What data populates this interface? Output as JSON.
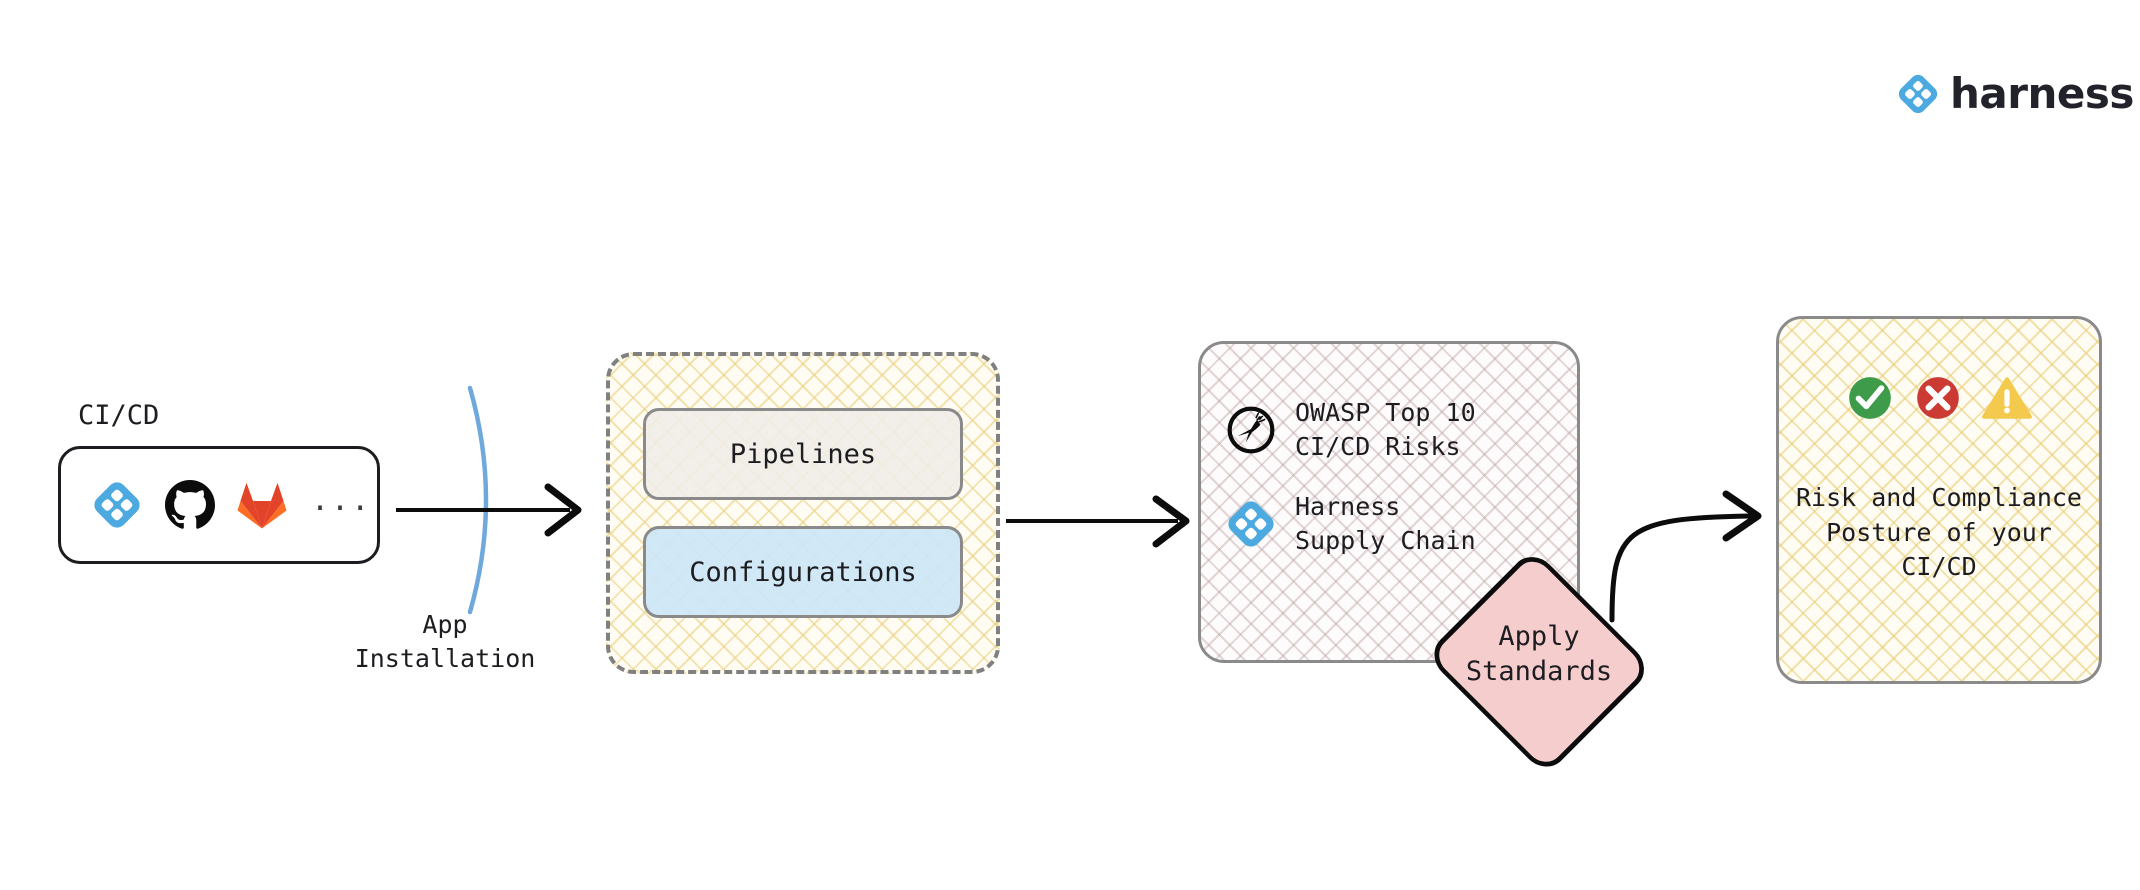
{
  "brand": {
    "name": "harness",
    "logo_icon": "harness-diamond-icon",
    "color": "#4DAAE0"
  },
  "stages": {
    "source": {
      "caption": "CI/CD",
      "tools": [
        {
          "name": "harness-logo-icon",
          "label": "Harness"
        },
        {
          "name": "github-logo-icon",
          "label": "GitHub"
        },
        {
          "name": "gitlab-logo-icon",
          "label": "GitLab"
        }
      ],
      "more_indicator": "..."
    },
    "boundary": {
      "caption": "App\nInstallation",
      "arc_color": "#6FA8DC"
    },
    "assets": {
      "items": [
        {
          "label": "Pipelines",
          "fill": "#F0EDE8"
        },
        {
          "label": "Configurations",
          "fill": "#CDE6F7"
        }
      ],
      "border_style": "dashed",
      "border_color": "#808080",
      "hatch_color": "#E8CD76"
    },
    "standards": {
      "rows": [
        {
          "icon": "owasp-logo-icon",
          "text": "OWASP Top 10\nCI/CD Risks"
        },
        {
          "icon": "harness-logo-icon",
          "text": "Harness\nSupply Chain"
        }
      ],
      "hatch_color": "#BAA0A0",
      "border_color": "#8A8A8A"
    },
    "action": {
      "label": "Apply\nStandards",
      "fill": "#F6CDCD",
      "border_color": "#1D1D21"
    },
    "outcome": {
      "status_icons": [
        {
          "name": "check-circle-icon",
          "color": "#3E9B49"
        },
        {
          "name": "error-circle-icon",
          "color": "#CC3B33"
        },
        {
          "name": "warning-triangle-icon",
          "color": "#F3CA4D"
        }
      ],
      "text": "Risk and Compliance\nPosture of your\nCI/CD",
      "hatch_color": "#E8CD76",
      "border_color": "#8A8A8A"
    }
  },
  "connectors": [
    {
      "name": "arrow-source-to-assets",
      "from": "CI/CD",
      "to": "Pipelines/Configurations"
    },
    {
      "name": "arrow-assets-to-standards",
      "from": "Pipelines/Configurations",
      "to": "Standards"
    },
    {
      "name": "arrow-action-to-outcome",
      "from": "Apply Standards",
      "to": "Risk and Compliance Posture"
    }
  ]
}
